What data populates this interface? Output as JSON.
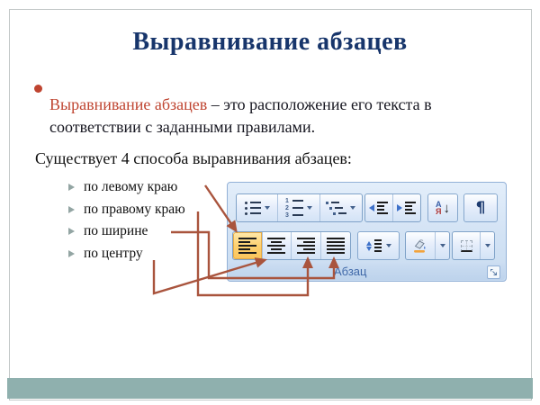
{
  "slide": {
    "title": "Выравнивание абзацев",
    "definition": {
      "term": "Выравнивание абзацев",
      "rest": " – это расположение его текста в соответствии с заданными правилами."
    },
    "subtitle": "Существует 4 способа выравнивания абзацев:",
    "items": [
      {
        "label": "по левому краю"
      },
      {
        "label": "по правому краю"
      },
      {
        "label": "по ширине"
      },
      {
        "label": "по центру"
      }
    ]
  },
  "toolbar": {
    "group_label": "Абзац",
    "selected_button": "align-left",
    "numbering_digits": [
      "1",
      "2",
      "3"
    ],
    "sort_letters": {
      "a": "А",
      "ya": "Я"
    },
    "pilcrow": "¶",
    "icons": {
      "bullets": "list-dots",
      "numbering": "list-123",
      "multilevel": "list-tiered",
      "decrease_indent": "arrow-left-bars",
      "increase_indent": "arrow-right-bars",
      "sort": "AYa-down-arrow",
      "show_marks": "pilcrow",
      "align_left": "bars-left",
      "align_center": "bars-center",
      "align_right": "bars-right",
      "justify": "bars-justify",
      "line_spacing": "updown-bars",
      "shading": "paint-bucket",
      "borders": "dashed-square",
      "dialog_launcher": "corner-arrow",
      "item_marker": "arrowhead",
      "bullet": "dot"
    }
  },
  "colors": {
    "title": "#17356b",
    "accent_red": "#bf4430",
    "connector": "#a9543d",
    "band_teal": "#8fb0ae",
    "ribbon_label_blue": "#3f68a8",
    "selected_orange": "#fbc55a"
  }
}
